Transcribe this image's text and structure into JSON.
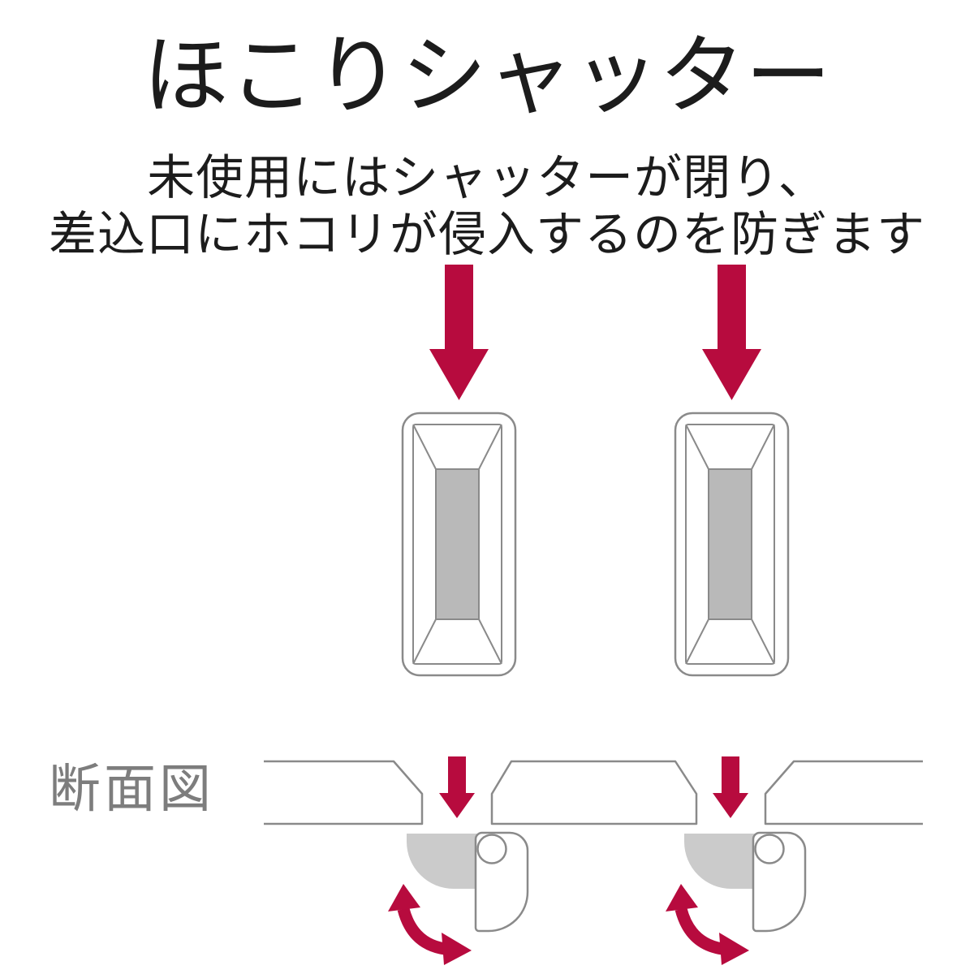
{
  "title": "ほこりシャッター",
  "subtitle": {
    "line1": "未使用にはシャッターが閉り、",
    "line2": "差込口にホコリが侵入するのを防ぎます"
  },
  "cross_section": {
    "label": "断面図"
  },
  "colors": {
    "accent_red": "#b70b3e",
    "outline_gray": "#8a8a8a",
    "socket_shutter_gray": "#b9b9b9",
    "mechanism_gray": "#cbcbcb",
    "label_gray": "#7d7d7d",
    "text_color": "#1c1c1c"
  },
  "icons": {
    "insert_arrow": "large-down-arrow",
    "slot_arrow": "small-down-arrow",
    "rotate_arrow": "curved-double-headed-arrow"
  }
}
